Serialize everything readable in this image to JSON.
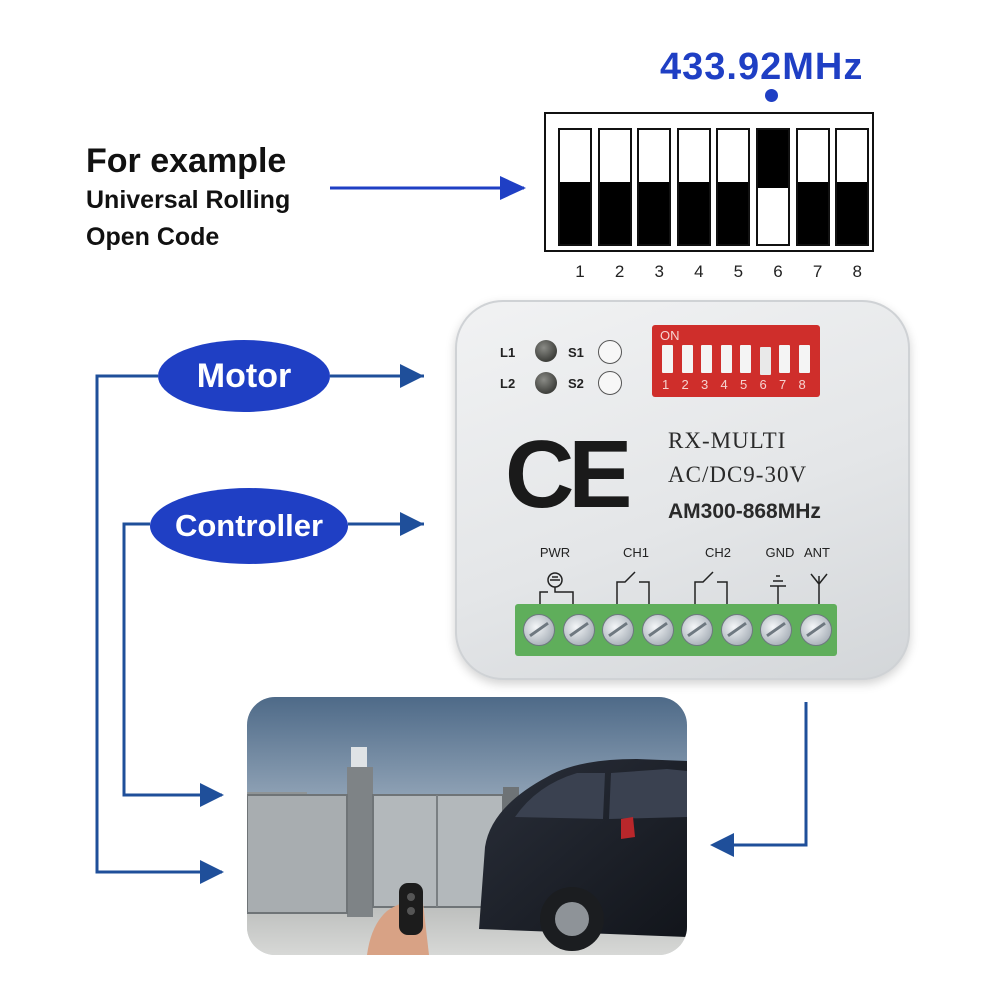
{
  "frequency_label": "433.92MHz",
  "example": {
    "title": "For example",
    "line1": "Universal Rolling",
    "line2": "Open Code"
  },
  "dip_switch": {
    "numbers": [
      "1",
      "2",
      "3",
      "4",
      "5",
      "6",
      "7",
      "8"
    ],
    "positions": [
      "down",
      "down",
      "down",
      "down",
      "down",
      "up",
      "down",
      "down"
    ]
  },
  "receiver": {
    "led1": "L1",
    "led2": "L2",
    "button1": "S1",
    "button2": "S2",
    "dip_on_label": "ON",
    "dip_numbers": [
      "1",
      "2",
      "3",
      "4",
      "5",
      "6",
      "7",
      "8"
    ],
    "model_name": "RX-MULTI",
    "voltage": "AC/DC9-30V",
    "frequency_range": "AM300-868MHz",
    "ce_mark": "CE",
    "terminals": {
      "pwr": "PWR",
      "ch1": "CH1",
      "ch2": "CH2",
      "gnd": "GND",
      "ant": "ANT"
    }
  },
  "motor_label": "Motor",
  "controller_label": "Controller",
  "colors": {
    "accent_blue": "#1f3fc4",
    "line_blue": "#1f4f9a",
    "terminal_green": "#5fae5b",
    "dip_red": "#cf2e2b"
  }
}
